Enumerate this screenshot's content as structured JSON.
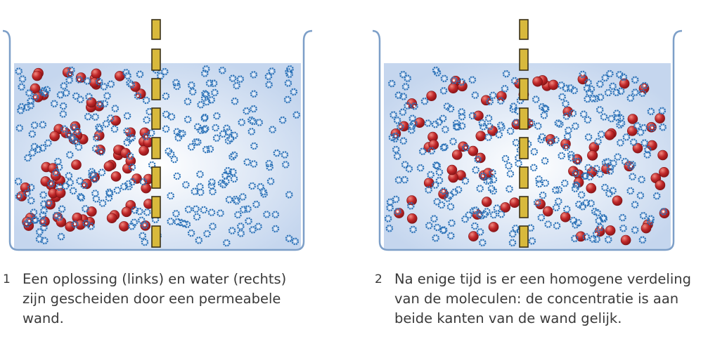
{
  "colors": {
    "water_light": "#ffffff",
    "water_dark": "#c5d6ee",
    "water_surface": "#bcd0ea",
    "container_stroke": "#7d9fc8",
    "solute_fill": "#c0282a",
    "solute_highlight": "#f28a80",
    "water_molecule": "#2d73b8",
    "water_molecule_core": "#e8f1fb",
    "membrane_fill": "#d8b93c",
    "membrane_stroke": "#3a3016"
  },
  "panels": [
    {
      "id": "before",
      "number": "1",
      "caption": "Een oplossing (links) en water (rechts)\nzijn gescheiden door een permeabele\nwand.",
      "solute_distribution": "left-side-only",
      "water_distribution": "both-sides"
    },
    {
      "id": "after",
      "number": "2",
      "caption": "Na enige tijd is er een homogene verdeling\nvan de moleculen: de concentratie is aan\nbeide kanten van de wand gelijk.",
      "solute_distribution": "homogeneous",
      "water_distribution": "both-sides"
    }
  ]
}
